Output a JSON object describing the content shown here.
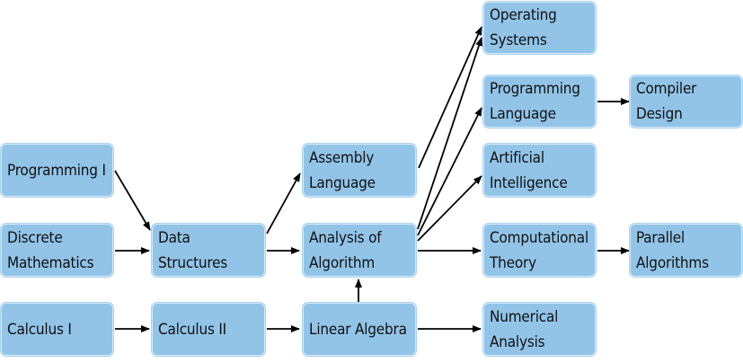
{
  "diagram": {
    "nodes": {
      "programming_1": "Programming I",
      "discrete_math": "Discrete\nMathematics",
      "calculus_1": "Calculus I",
      "data_structures": "Data\nStructures",
      "calculus_2": "Calculus II",
      "assembly_language": "Assembly\nLanguage",
      "analysis_of_algorithm": "Analysis of\nAlgorithm",
      "linear_algebra": "Linear Algebra",
      "operating_systems": "Operating\nSystems",
      "programming_language": "Programming\nLanguage",
      "artificial_intelligence": "Artificial\nIntelligence",
      "computational_theory": "Computational\nTheory",
      "numerical_analysis": "Numerical\nAnalysis",
      "compiler_design": "Compiler\nDesign",
      "parallel_algorithms": "Parallel\nAlgorithms"
    },
    "edges": [
      [
        "programming_1",
        "data_structures"
      ],
      [
        "discrete_math",
        "data_structures"
      ],
      [
        "calculus_1",
        "calculus_2"
      ],
      [
        "data_structures",
        "assembly_language"
      ],
      [
        "data_structures",
        "analysis_of_algorithm"
      ],
      [
        "calculus_2",
        "linear_algebra"
      ],
      [
        "linear_algebra",
        "analysis_of_algorithm"
      ],
      [
        "linear_algebra",
        "numerical_analysis"
      ],
      [
        "assembly_language",
        "operating_systems"
      ],
      [
        "analysis_of_algorithm",
        "operating_systems"
      ],
      [
        "analysis_of_algorithm",
        "programming_language"
      ],
      [
        "analysis_of_algorithm",
        "artificial_intelligence"
      ],
      [
        "analysis_of_algorithm",
        "computational_theory"
      ],
      [
        "programming_language",
        "compiler_design"
      ],
      [
        "computational_theory",
        "parallel_algorithms"
      ]
    ],
    "colors": {
      "node_fill": "#92c4e8",
      "node_border": "#d6eaf8",
      "arrow": "#000000"
    }
  }
}
